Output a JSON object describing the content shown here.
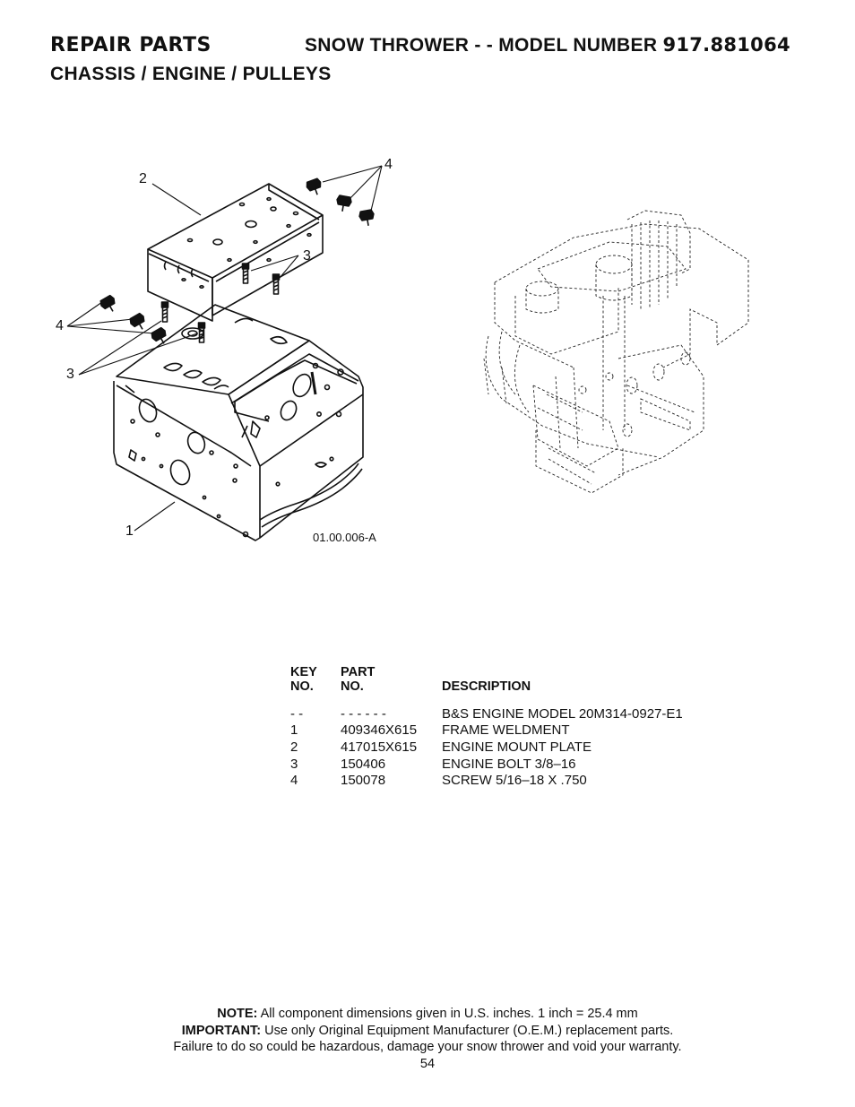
{
  "header": {
    "section": "REPAIR PARTS",
    "title_prefix": "SNOW THROWER - - MODEL NUMBER",
    "model_number": "917.881064",
    "subtitle": "CHASSIS / ENGINE / PULLEYS"
  },
  "diagram": {
    "figure_id": "01.00.006-A",
    "callouts": [
      "1",
      "2",
      "3",
      "3",
      "4",
      "4"
    ]
  },
  "parts_table": {
    "headers": {
      "key_line1": "KEY",
      "key_line2": "NO.",
      "part_line1": "PART",
      "part_line2": "NO.",
      "description": "DESCRIPTION"
    },
    "rows": [
      {
        "key": "- -",
        "part": "- - - - - -",
        "description": "B&S ENGINE MODEL 20M314-0927-E1"
      },
      {
        "key": "1",
        "part": "409346X615",
        "description": "FRAME WELDMENT"
      },
      {
        "key": "2",
        "part": "417015X615",
        "description": "ENGINE MOUNT PLATE"
      },
      {
        "key": "3",
        "part": "150406",
        "description": "ENGINE BOLT 3/8–16"
      },
      {
        "key": "4",
        "part": "150078",
        "description": "SCREW 5/16–18 X .750"
      }
    ]
  },
  "footer": {
    "note_label": "NOTE:",
    "note_text": " All component dimensions given in U.S. inches.    1 inch = 25.4 mm",
    "important_label": "IMPORTANT:",
    "important_text": " Use only Original Equipment Manufacturer (O.E.M.) replacement parts.",
    "warning_text": "Failure to do so could be hazardous, damage your snow thrower and void your warranty.",
    "page_number": "54"
  }
}
